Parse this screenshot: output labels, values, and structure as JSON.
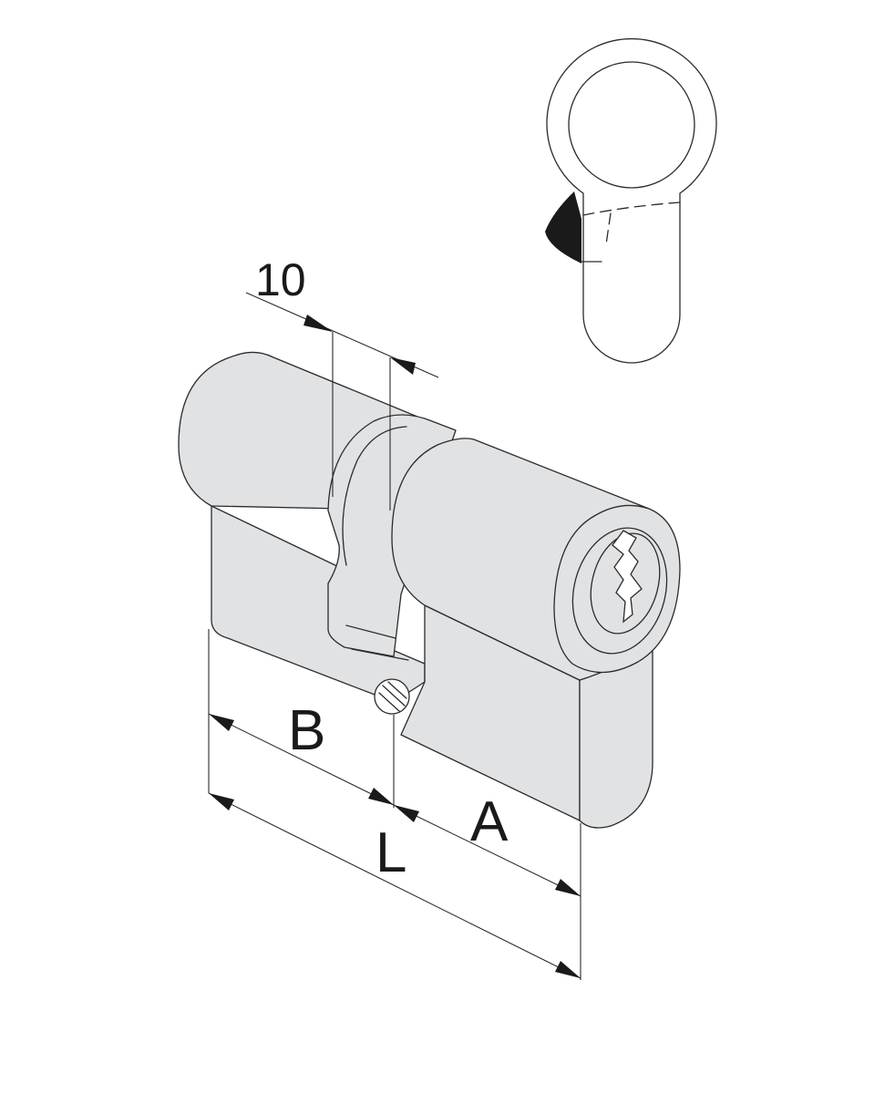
{
  "labels": {
    "dim_10": "10",
    "dim_b": "B",
    "dim_a": "A",
    "dim_l": "L"
  },
  "colors": {
    "body_fill": "#e1e2e4",
    "outline": "#2b2b2b",
    "cam_fill": "#1a1a1a",
    "background": "#ffffff"
  }
}
